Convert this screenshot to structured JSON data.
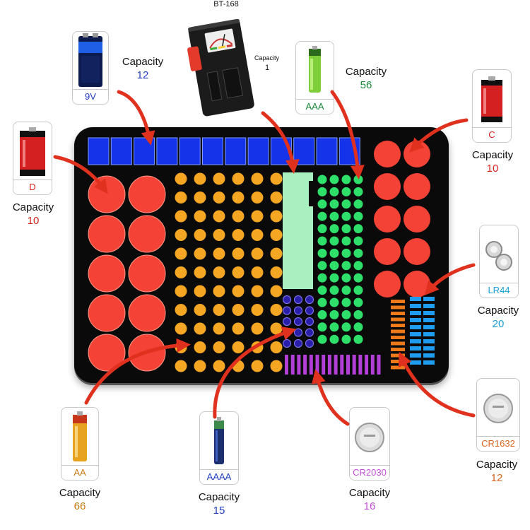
{
  "tester": {
    "model": "BT-168",
    "capacity_label": "Capacity",
    "capacity_value": "1"
  },
  "batteries": [
    {
      "key": "9v",
      "label": "9V",
      "capacity_label": "Capacity",
      "capacity": "12",
      "color": "#1f3fbf"
    },
    {
      "key": "aaa",
      "label": "AAA",
      "capacity_label": "Capacity",
      "capacity": "56",
      "color": "#1a8a3a"
    },
    {
      "key": "c",
      "label": "C",
      "capacity_label": "Capacity",
      "capacity": "10",
      "color": "#d9241e"
    },
    {
      "key": "d",
      "label": "D",
      "capacity_label": "Capacity",
      "capacity": "10",
      "color": "#d9241e"
    },
    {
      "key": "lr44",
      "label": "LR44",
      "capacity_label": "Capacity",
      "capacity": "20",
      "color": "#1aa0d8"
    },
    {
      "key": "cr1632",
      "label": "CR1632",
      "capacity_label": "Capacity",
      "capacity": "12",
      "color": "#d9641e"
    },
    {
      "key": "cr2030",
      "label": "CR2030",
      "capacity_label": "Capacity",
      "capacity": "16",
      "color": "#c24fd6"
    },
    {
      "key": "aaaa",
      "label": "AAAA",
      "capacity_label": "Capacity",
      "capacity": "15",
      "color": "#1f3fbf"
    },
    {
      "key": "aa",
      "label": "AA",
      "capacity_label": "Capacity",
      "capacity": "66",
      "color": "#c77a12"
    }
  ],
  "colors": {
    "d_c_slot": "#f44336",
    "aa_slot": "#f5a623",
    "aaa_slot": "#2ee06a",
    "aaaa_slot": "#2a1fa8",
    "nine_v_slot": "#1533e8",
    "tester_slot": "#a8f0c0",
    "cr2030_slot": "#b23fd6",
    "cr1632_slot": "#f07a1a",
    "lr44_slot": "#1f9cf0",
    "arrow": "#e0301e"
  }
}
